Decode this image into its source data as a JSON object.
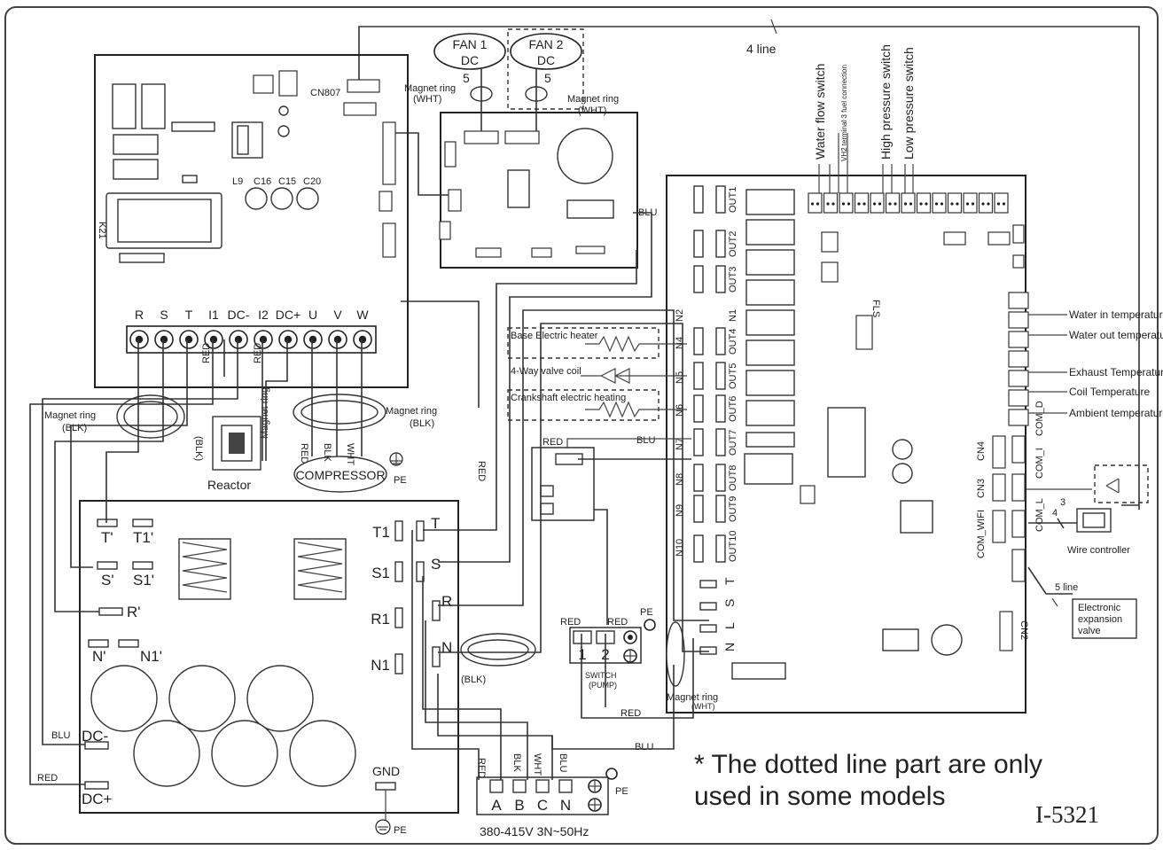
{
  "labels": {
    "four_line": "4 line",
    "fan1": [
      "FAN 1",
      "DC"
    ],
    "fan2": [
      "FAN 2",
      "DC"
    ],
    "fan1_count": "5",
    "fan2_count": "5",
    "magnet_ring_wht": "Magnet ring",
    "magnet_ring_wht_sub": "(WHT)",
    "magnet_ring_blk": "Magnet ring",
    "magnet_ring_blk_sub": "(BLK)",
    "magnet_ring_side": "Magnet ring",
    "blk_tag": "(BLK)",
    "reactor": "Reactor",
    "compressor": "COMPRESSOR",
    "pe": "PE",
    "gnd": "GND",
    "blu": "BLU",
    "red": "RED",
    "blk": "BLK",
    "wht": "WHT",
    "cn807": "CN807",
    "switches": [
      "Water flow switch",
      "VH2 terminal 3 fuel connection",
      "High pressure switch",
      "Low pressure switch"
    ],
    "sensors": [
      "Water in temperature",
      "Water out temperature",
      "Exhaust Temperature",
      "Coil Temperature",
      "Ambient temperature"
    ],
    "loads": [
      "Base Electric heater",
      "4-Way valve coil",
      "Crankshaft electric heating"
    ],
    "out_labels": [
      "OUT1",
      "OUT2",
      "OUT3",
      "OUT4",
      "OUT5",
      "OUT6",
      "OUT7",
      "OUT8",
      "OUT9",
      "OUT10"
    ],
    "n_labels": [
      "N2",
      "N1",
      "N4",
      "N5",
      "N6",
      "N7",
      "N8",
      "N9",
      "N10"
    ],
    "cn_labels": [
      "CN4",
      "CN3",
      "COM_WIFI",
      "COM_D",
      "COM_I",
      "COM_L",
      "CN2"
    ],
    "fls": "FLS",
    "wire_controller": "Wire controller",
    "five_line": "5 line",
    "expansion_valve": [
      "Electronic",
      "expansion",
      "valve"
    ],
    "switch_pump": [
      "SWITCH",
      "(PUMP)"
    ],
    "supply": "380-415V 3N~50Hz",
    "note_line1": "* The dotted line part are only",
    "note_line2": "used in some models",
    "doc_id": "I-5321"
  },
  "driver_terminals": [
    "R",
    "S",
    "T",
    "I1",
    "DC-",
    "I2",
    "DC+",
    "U",
    "V",
    "W"
  ],
  "filter_left": [
    [
      "T'",
      "T1'"
    ],
    [
      "S'",
      "S1'"
    ],
    [
      "R'",
      ""
    ],
    [
      "N'",
      "N1'"
    ]
  ],
  "filter_right": [
    [
      "T1",
      "T"
    ],
    [
      "S1",
      "S"
    ],
    [
      "R1",
      "R"
    ],
    [
      "N1",
      "N"
    ]
  ],
  "filter_dc": [
    "DC-",
    "DC+"
  ],
  "supply_terminals": [
    "A",
    "B",
    "C",
    "N"
  ],
  "pump_terminals": [
    "1",
    "2"
  ],
  "tsl_labels": [
    "T",
    "S",
    "L",
    "N"
  ],
  "wire_colors": {
    "red": "#333333",
    "blu": "#333333"
  }
}
